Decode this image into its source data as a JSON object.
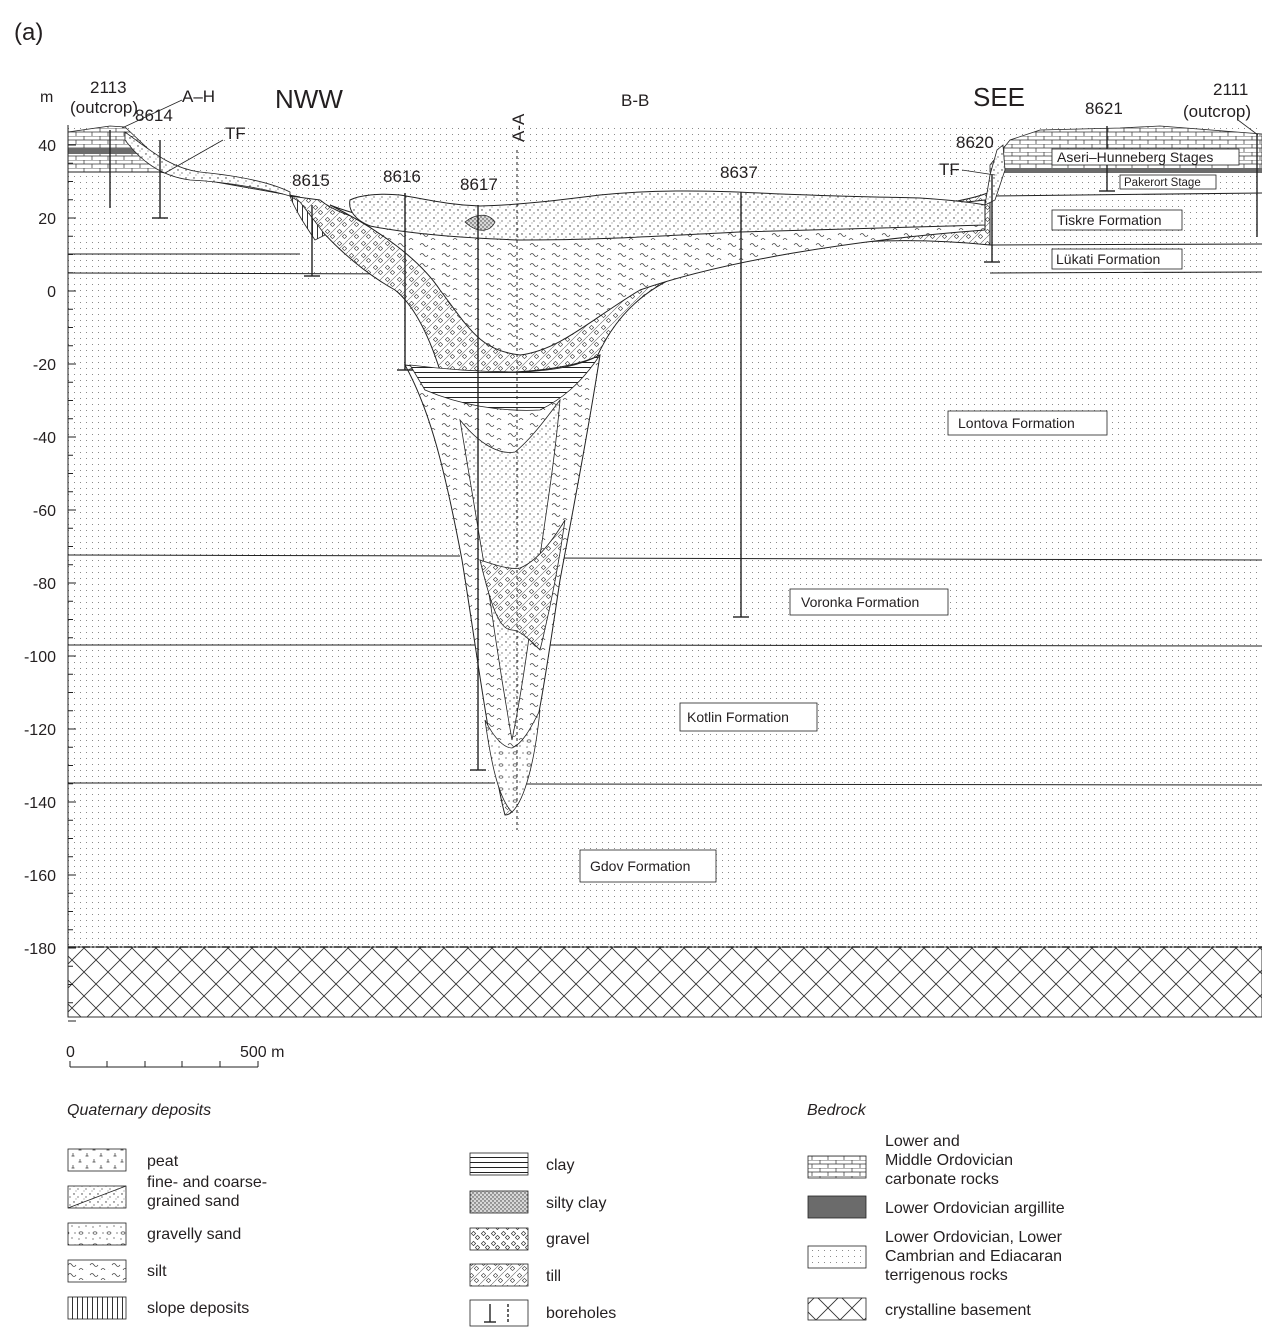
{
  "panel_label": "(a)",
  "directions": {
    "left": "NWW",
    "right": "SEE",
    "section": "B-B",
    "cross_section": "A-A"
  },
  "axis": {
    "unit": "m",
    "ticks": [
      "40",
      "20",
      "0",
      "-20",
      "-40",
      "-60",
      "-80",
      "-100",
      "-120",
      "-140",
      "-160",
      "-180"
    ],
    "range_m": [
      -200,
      45
    ]
  },
  "boreholes": {
    "b2113": {
      "label": "2113",
      "note": "(outcrop)"
    },
    "b8614": "8614",
    "b8615": "8615",
    "b8616": "8616",
    "b8617": "8617",
    "b8637": "8637",
    "b8620": "8620",
    "b8621": "8621",
    "b2111": {
      "label": "2111",
      "note": "(outcrop)"
    }
  },
  "annotations": {
    "ah": "A–H",
    "tf_left": "TF",
    "tf_right": "TF"
  },
  "formations": {
    "aseri": "Aseri–Hunneberg Stages",
    "pakerort": "Pakerort Stage",
    "tiskre": "Tiskre Formation",
    "lukati": "Lükati Formation",
    "lontova": "Lontova Formation",
    "voronka": "Voronka Formation",
    "kotlin": "Kotlin Formation",
    "gdov": "Gdov Formation"
  },
  "scale_bar": {
    "start": "0",
    "end": "500 m"
  },
  "legend": {
    "quaternary_title": "Quaternary deposits",
    "bedrock_title": "Bedrock",
    "quaternary": [
      {
        "label": "peat",
        "icon": "peat-swatch"
      },
      {
        "label": "fine- and coarse-\ngrained sand",
        "icon": "sand-swatch"
      },
      {
        "label": "gravelly sand",
        "icon": "gravelly-sand-swatch"
      },
      {
        "label": "silt",
        "icon": "silt-swatch"
      },
      {
        "label": "slope deposits",
        "icon": "slope-deposits-swatch"
      }
    ],
    "quaternary2": [
      {
        "label": "clay",
        "icon": "clay-swatch"
      },
      {
        "label": "silty clay",
        "icon": "silty-clay-swatch"
      },
      {
        "label": "gravel",
        "icon": "gravel-swatch"
      },
      {
        "label": "till",
        "icon": "till-swatch"
      },
      {
        "label": "boreholes",
        "icon": "borehole-swatch"
      }
    ],
    "bedrock": [
      {
        "label": "Lower and\nMiddle Ordovician\ncarbonate rocks",
        "icon": "carbonate-swatch"
      },
      {
        "label": "Lower Ordovician argillite",
        "icon": "argillite-swatch"
      },
      {
        "label": "Lower Ordovician, Lower\nCambrian and Ediacaran\nterrigenous rocks",
        "icon": "terrigenous-swatch"
      },
      {
        "label": "crystalline basement",
        "icon": "crystalline-swatch"
      }
    ]
  }
}
